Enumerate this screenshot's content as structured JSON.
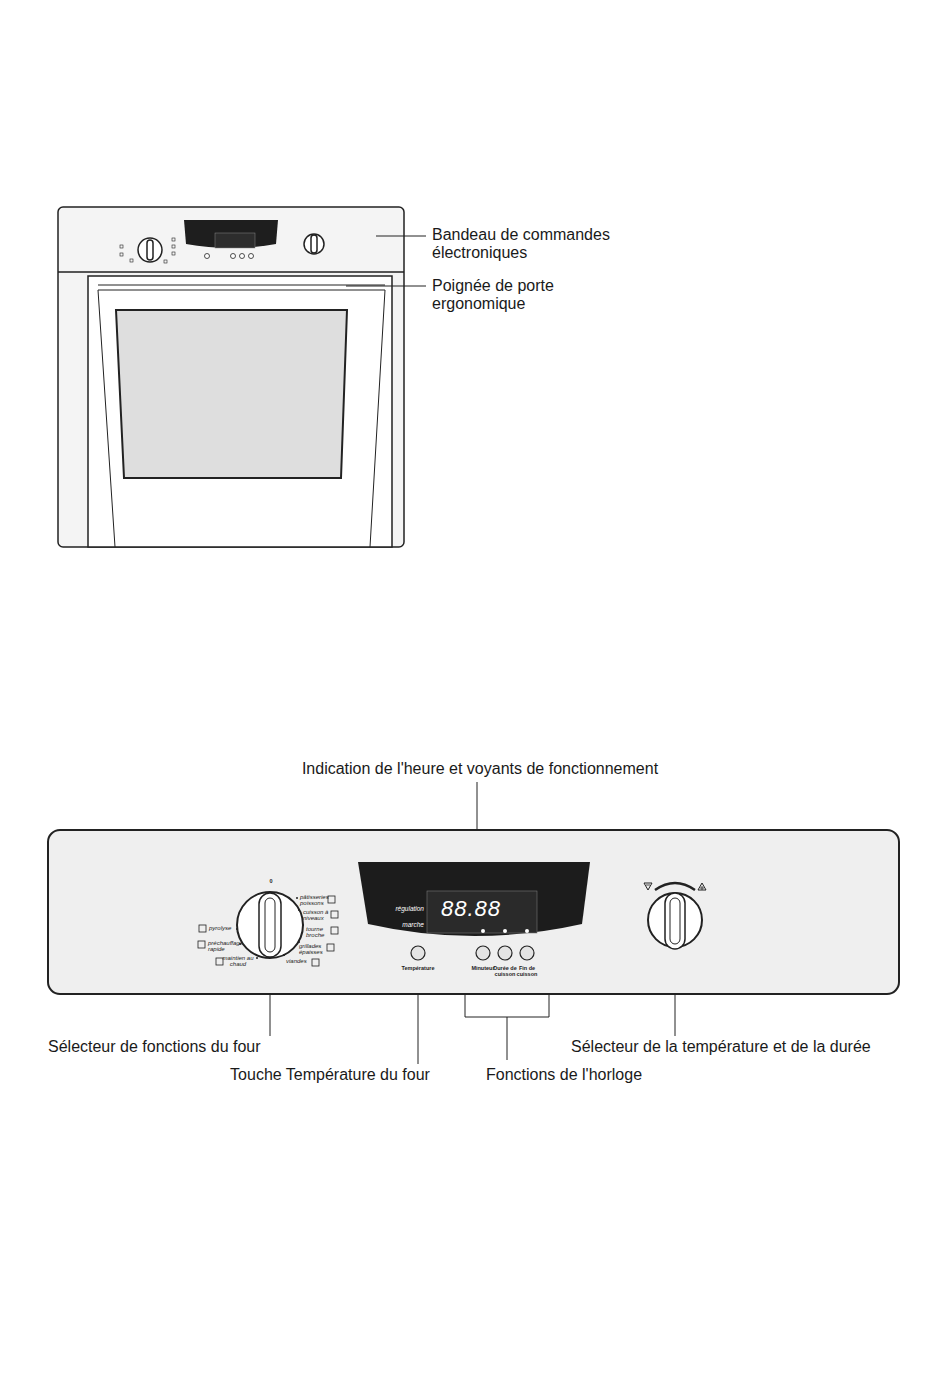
{
  "diagram": {
    "nodes": [
      {
        "text": [
          "0",
          "pâtisseries poissons",
          "cuisson à niveaux",
          "tourne broche",
          "grillades épaisses",
          "viandes",
          "maintien au chaud",
          "préchauffage rapide",
          "pyrolyse",
          "Température",
          "Minuteur",
          "Durée de cuisson",
          "Fin de cuisson"
        ]
      },
      {
        "text": [
          "régulation",
          "marche"
        ],
        "in": 0
      },
      {
        "text": [
          "88.88"
        ],
        "in": 1
      }
    ],
    "labels": [
      "Bandeau de commandes électroniques",
      "Poignée de porte ergonomique",
      "Indication de l'heure et voyants de fonctionnement",
      "Sélecteur de fonctions du four",
      "Touche Température du four",
      "Fonctions de l'horloge",
      "Sélecteur de la température et de la durée"
    ]
  }
}
